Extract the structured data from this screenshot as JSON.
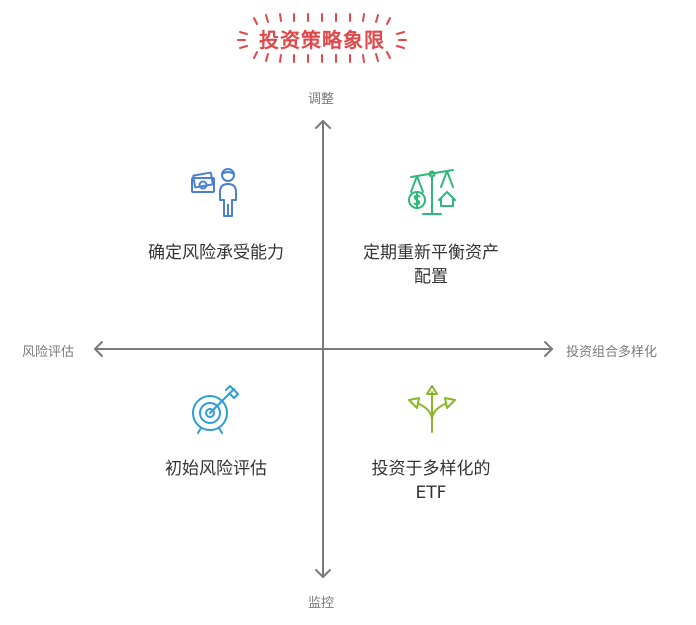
{
  "title": "投资策略象限",
  "axes": {
    "top": "调整",
    "bottom": "监控",
    "left": "风险评估",
    "right": "投资组合多样化"
  },
  "quadrants": {
    "top_left": {
      "label": "确定风险承受能力",
      "icon": "investor-money-icon",
      "color": "#4a7fd4"
    },
    "top_right": {
      "label_line1": "定期重新平衡资产",
      "label_line2": "配置",
      "icon": "balance-scale-icon",
      "color": "#2fb87a"
    },
    "bottom_left": {
      "label": "初始风险评估",
      "icon": "target-arrow-icon",
      "color": "#2a9fd6"
    },
    "bottom_right": {
      "label_line1": "投资于多样化的",
      "label_line2": "ETF",
      "icon": "diverging-arrows-icon",
      "color": "#8ab52a"
    }
  },
  "colors": {
    "title": "#e2474a",
    "axis": "#7a7a7a"
  }
}
